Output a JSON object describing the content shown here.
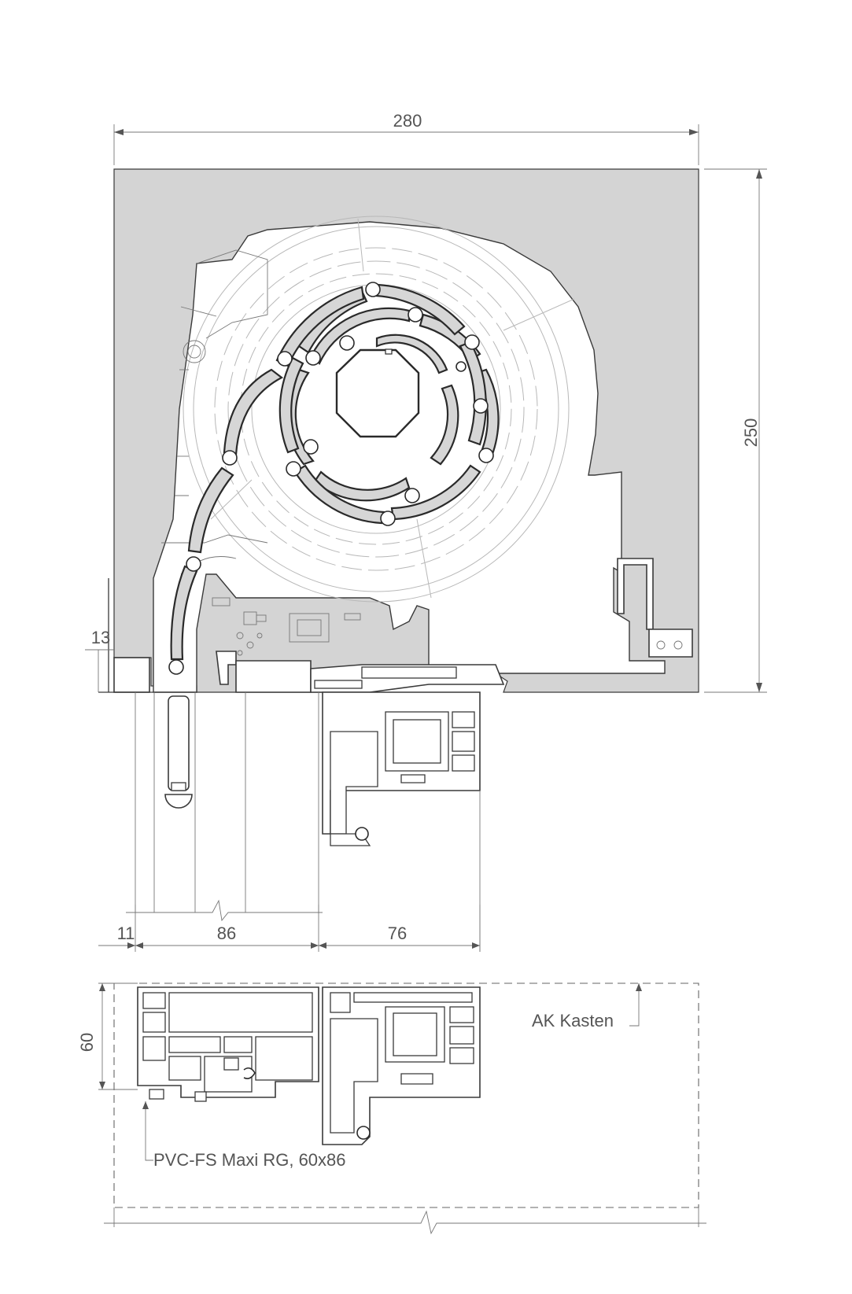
{
  "dimensions": {
    "box_width": "280",
    "box_height": "250",
    "side_offset": "13",
    "left_gap": "11",
    "frame_depth": "86",
    "window_depth": "76",
    "section_height": "60"
  },
  "labels": {
    "box_note": "AK Kasten",
    "profile_note": "PVC-FS Maxi RG, 60x86"
  },
  "colors": {
    "box_fill": "#d4d4d4",
    "line": "#3a3a3a",
    "dimension_text": "#555555"
  }
}
